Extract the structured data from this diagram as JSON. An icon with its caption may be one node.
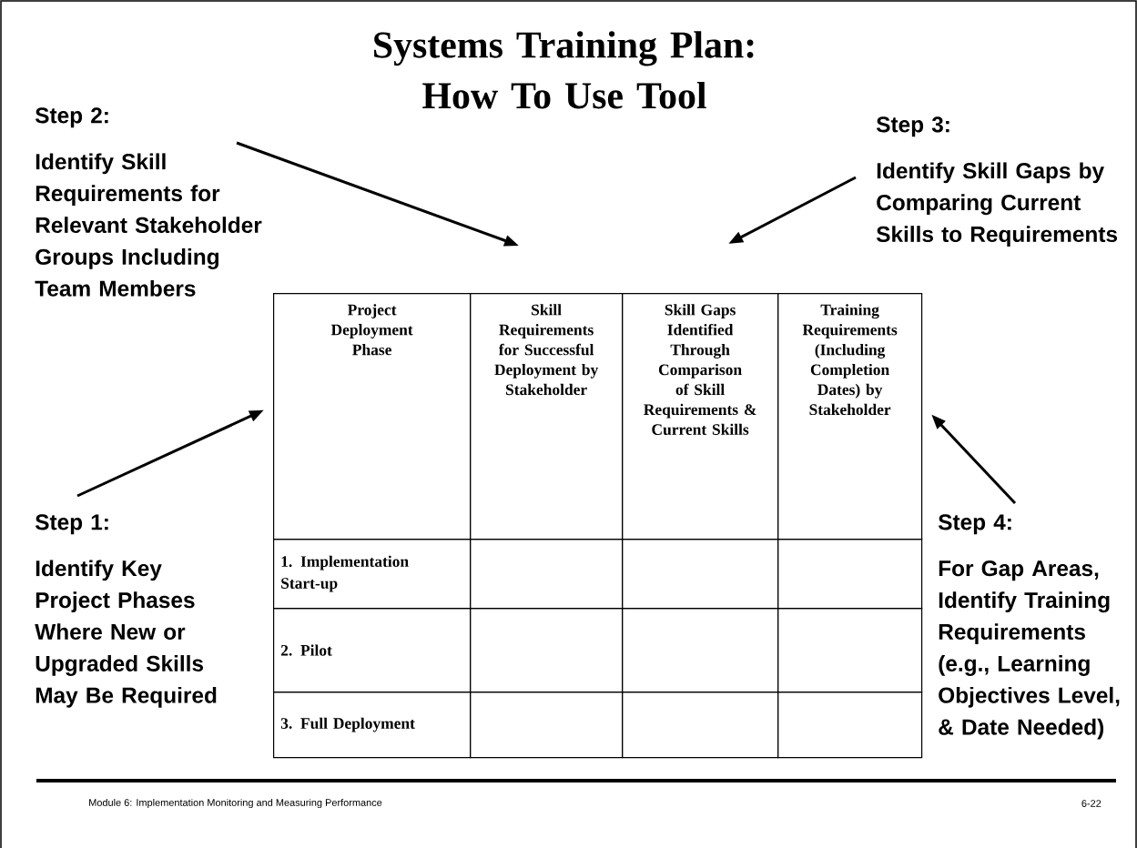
{
  "diagram": {
    "title": "Systems Training Plan: How To Use Tool",
    "nodes": [
      {
        "text": [
          "Step 1:",
          "Identify Key Project Phases Where New or Upgraded Skills May Be Required"
        ]
      },
      {
        "text": [
          "Step 2:",
          "Identify Skill Requirements for Relevant Stakeholder Groups Including Team Members"
        ]
      },
      {
        "text": [
          "Step 3:",
          "Identify Skill Gaps by Comparing Current Skills to Requirements"
        ]
      },
      {
        "text": [
          "Step 4:",
          "For Gap Areas, Identify Training Requirements (e.g., Learning Objectives Level, & Date Needed)"
        ]
      },
      {
        "text": [
          "Project Deployment Phase"
        ]
      },
      {
        "text": [
          "Skill Requirements for Successful Deployment by Stakeholder"
        ]
      },
      {
        "text": [
          "Skill Gaps Identified Through Comparison of Skill Requirements & Current Skills"
        ]
      },
      {
        "text": [
          "Training Requirements (Including Completion Dates) by Stakeholder"
        ]
      },
      {
        "text": [
          "1. Implementation Start-up"
        ]
      },
      {
        "text": [],
        "shape": "box"
      },
      {
        "text": [],
        "shape": "box"
      },
      {
        "text": [],
        "shape": "box"
      },
      {
        "text": [
          "2. Pilot"
        ]
      },
      {
        "text": [],
        "shape": "box"
      },
      {
        "text": [],
        "shape": "box"
      },
      {
        "text": [],
        "shape": "box"
      },
      {
        "text": [
          "3. Full Deployment"
        ]
      },
      {
        "text": [],
        "shape": "box"
      },
      {
        "text": [],
        "shape": "box"
      },
      {
        "text": [],
        "shape": "box"
      }
    ],
    "edges": [
      {
        "from": 0,
        "to": 4,
        "arrow": "to"
      },
      {
        "from": 1,
        "to": 5,
        "arrow": "to"
      },
      {
        "from": 2,
        "to": 6,
        "arrow": "to"
      },
      {
        "from": 3,
        "to": 7,
        "arrow": "to"
      }
    ],
    "labels": [
      "Module 6: Implementation Monitoring and Measuring Performance",
      "6-22"
    ]
  }
}
